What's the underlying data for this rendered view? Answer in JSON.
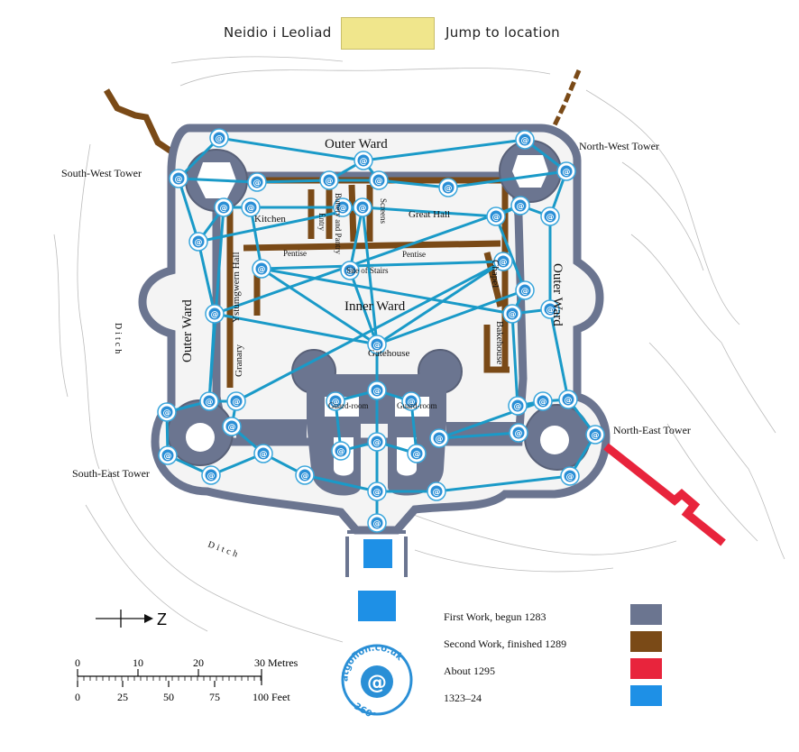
{
  "topbar": {
    "jump_label": "Neidio i Leoliad",
    "jump_input_value": "",
    "jump_button": "Jump to location"
  },
  "labels": {
    "outer_ward_top": "Outer Ward",
    "outer_ward_left": "Outer Ward",
    "outer_ward_right": "Outer Ward",
    "inner_ward": "Inner Ward",
    "north_west_tower": "North-West Tower",
    "south_west_tower": "South-West Tower",
    "north_east_tower": "North-East Tower",
    "south_east_tower": "South-East Tower",
    "kitchen": "Kitchen",
    "entry": "Entry",
    "buttery": "Buttery and Pantry",
    "screens": "Screens",
    "great_hall": "Great Hall",
    "pentise_left": "Pentise",
    "pentise_right": "Pentise",
    "site_of_stairs": "Site of Stairs",
    "ystumgwern": "Ystumgwern Hall",
    "granary": "Granary",
    "chapel": "Chapel",
    "bakehouse": "Bakehouse",
    "gatehouse": "Gatehouse",
    "guardroom_left": "Guard-room",
    "guardroom_right": "Guard-room",
    "ditch_left": "Ditch",
    "ditch_bottom": "Ditch"
  },
  "compass": {
    "letter": "Z"
  },
  "scale": {
    "metres_label": "30 Metres",
    "metre_ticks": [
      "0",
      "10",
      "20"
    ],
    "feet_label": "100 Feet",
    "feet_ticks": [
      "0",
      "25",
      "50",
      "75"
    ]
  },
  "legend": [
    {
      "label": "First Work, begun 1283",
      "color": "#6b7590"
    },
    {
      "label": "Second Work, finished 1289",
      "color": "#7a4a17"
    },
    {
      "label": "About 1295",
      "color": "#e8243c"
    },
    {
      "label": "1323–24",
      "color": "#1e90e6"
    }
  ],
  "logo": {
    "text": "atgofion.co.uk",
    "badge": "360°"
  },
  "colors": {
    "first_work": "#6b7590",
    "second_work": "#7a4a17",
    "about_1295": "#e8243c",
    "later": "#1e90e6",
    "route_line": "#1a9ac8",
    "jump_input": "#f0e68c"
  }
}
